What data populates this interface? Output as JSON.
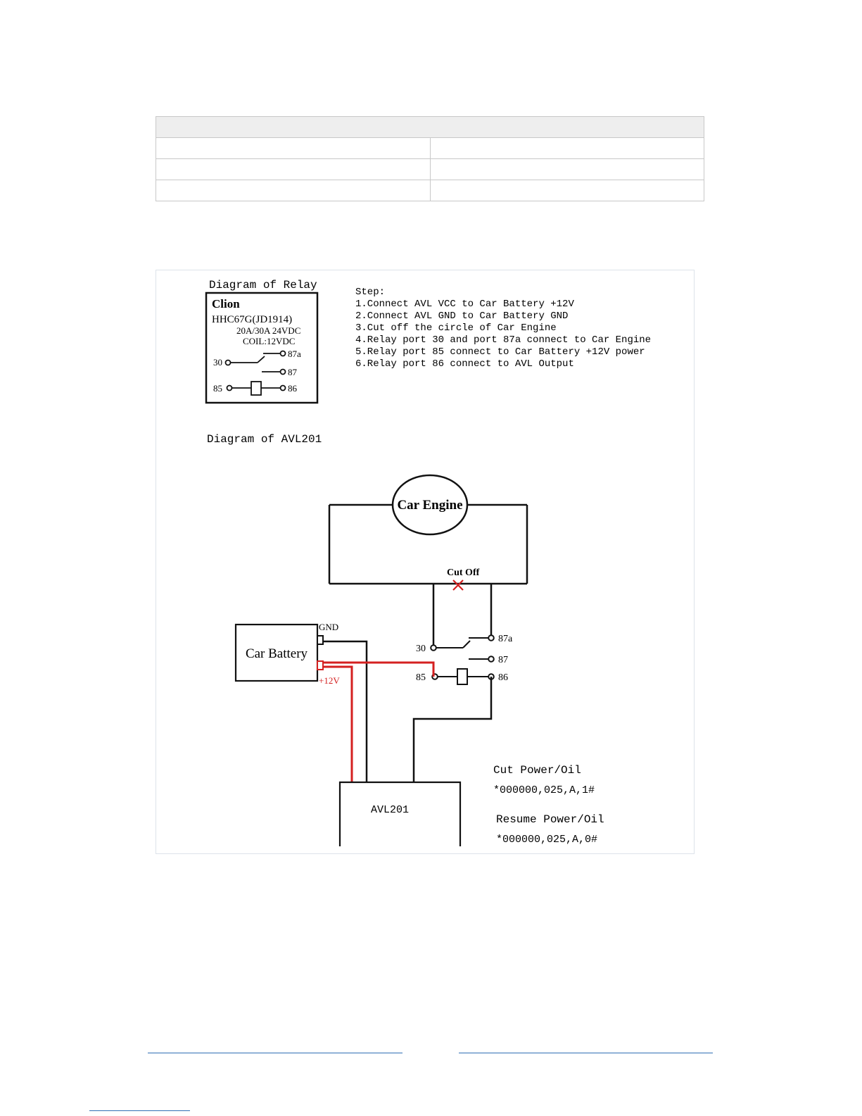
{
  "table": {
    "rows": 4
  },
  "relay_diagram": {
    "title": "Diagram of Relay",
    "brand": "Clion",
    "model": "HHC67G(JD1914)",
    "rating": "20A/30A  24VDC",
    "coil": "COIL:12VDC",
    "pins": {
      "p30": "30",
      "p87a": "87a",
      "p87": "87",
      "p85": "85",
      "p86": "86"
    }
  },
  "steps": {
    "heading": "Step:",
    "items": [
      "1.Connect AVL VCC to Car Battery +12V",
      "2.Connect AVL GND to Car Battery GND",
      "3.Cut off the circle of Car Engine",
      "4.Relay port 30 and port 87a connect to Car Engine",
      "5.Relay port 85 connect to Car Battery +12V power",
      "6.Relay port 86 connect to AVL Output"
    ]
  },
  "avl_diagram": {
    "title": "Diagram of AVL201",
    "engine": "Car Engine",
    "cut_off": "Cut Off",
    "battery": "Car Battery",
    "gnd": "GND",
    "plus12v": "+12V",
    "device": "AVL201",
    "pins": {
      "p30": "30",
      "p87a": "87a",
      "p87": "87",
      "p85": "85",
      "p86": "86"
    }
  },
  "commands": {
    "cut_label": "Cut Power/Oil",
    "cut_cmd": "*000000,025,A,1#",
    "resume_label": "Resume Power/Oil",
    "resume_cmd": "*000000,025,A,0#"
  },
  "colors": {
    "wire": "#111111",
    "power_wire": "#d42020",
    "link": "#2f6fb5"
  }
}
